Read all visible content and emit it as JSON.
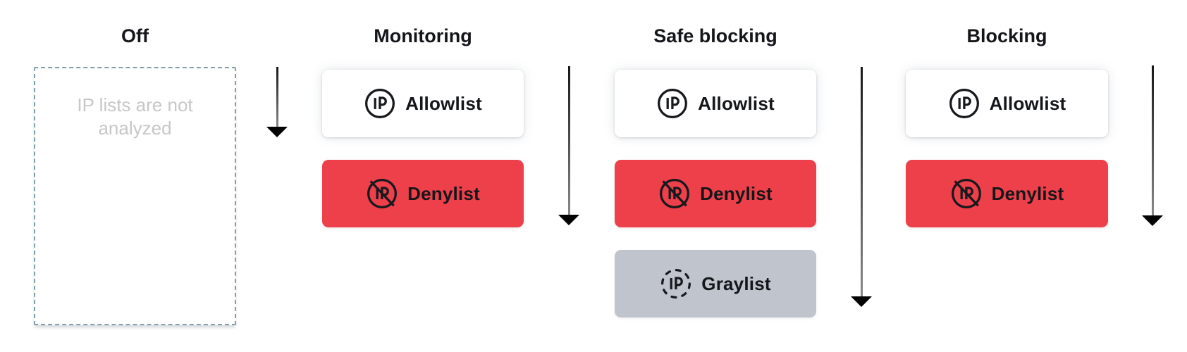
{
  "diagram": {
    "columns": [
      {
        "id": "off",
        "title": "Off",
        "placeholder": "IP lists are not analyzed",
        "cards": []
      },
      {
        "id": "monitoring",
        "title": "Monitoring",
        "cards": [
          {
            "type": "allowlist",
            "label": "Allowlist",
            "icon": "ip-circle-icon"
          },
          {
            "type": "denylist",
            "label": "Denylist",
            "icon": "ip-circle-slash-icon"
          }
        ]
      },
      {
        "id": "safe-blocking",
        "title": "Safe blocking",
        "cards": [
          {
            "type": "allowlist",
            "label": "Allowlist",
            "icon": "ip-circle-icon"
          },
          {
            "type": "denylist",
            "label": "Denylist",
            "icon": "ip-circle-slash-icon"
          },
          {
            "type": "graylist",
            "label": "Graylist",
            "icon": "ip-circle-dashed-icon"
          }
        ]
      },
      {
        "id": "blocking",
        "title": "Blocking",
        "cards": [
          {
            "type": "allowlist",
            "label": "Allowlist",
            "icon": "ip-circle-icon"
          },
          {
            "type": "denylist",
            "label": "Denylist",
            "icon": "ip-circle-slash-icon"
          }
        ]
      }
    ],
    "arrows": [
      {
        "id": "off-to-monitoring"
      },
      {
        "id": "monitoring-to-safe-blocking"
      },
      {
        "id": "safe-blocking-to-blocking"
      },
      {
        "id": "after-blocking"
      }
    ],
    "colors": {
      "allowlist_bg": "#ffffff",
      "denylist_bg": "#ee404a",
      "graylist_bg": "#c0c4cc",
      "dashed_border": "#809eac",
      "placeholder_text": "#c7c7c7",
      "text": "#14161a",
      "arrow_top": "#171717",
      "arrow_bottom": "#8a8a8a",
      "arrow_head": "#7d7d7d"
    }
  }
}
